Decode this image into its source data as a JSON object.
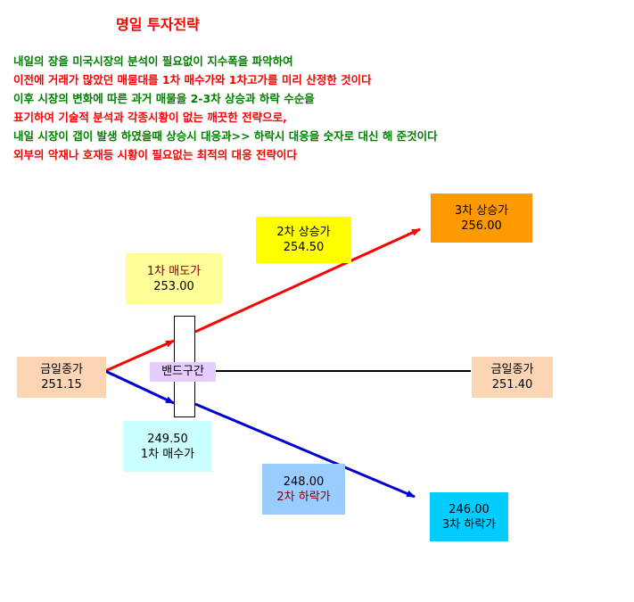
{
  "title": "명일 투자전략",
  "description": [
    {
      "text": "내일의 장을 미국시장의 분석이 필요없이 지수폭을 파악하여",
      "color": "green"
    },
    {
      "text": "이전에 거래가 많았던 매물대를 1차 매수가와 1차고가를 미리 산정한 것이다",
      "color": "red"
    },
    {
      "text": "이후 시장의 변화에 따른 과거 매물을 2-3차 상승과 하락 수순을",
      "color": "green"
    },
    {
      "text": "표기하여 기술적  분석과 각종시황이 없는 깨끗한 전략으로,",
      "color": "red"
    },
    {
      "text": "내일 시장이 갭이 발생 하였을때 상승시 대응과>> 하락시 대응을 숫자로 대신 해 준것이다",
      "color": "green"
    },
    {
      "text": "외부의 악재나 호재등  시황이 필요없는 최적의 대응 전략이다",
      "color": "red"
    }
  ],
  "diagram": {
    "close_today": {
      "label": "금일종가",
      "value": "251.15",
      "color": "#fcd5b4"
    },
    "close_end": {
      "label": "금일종가",
      "value": "251.40",
      "color": "#fcd5b4"
    },
    "sell1": {
      "label": "1차 매도가",
      "value": "253.00",
      "color": "#ffff99"
    },
    "rise2": {
      "label": "2차 상승가",
      "value": "254.50",
      "color": "#ffff00"
    },
    "rise3": {
      "label": "3차 상승가",
      "value": "256.00",
      "color": "#ff9900"
    },
    "buy1": {
      "label": "1차 매수가",
      "value": "249.50",
      "color": "#ccffff"
    },
    "fall2": {
      "label": "2차 하락가",
      "value": "248.00",
      "color": "#99ccff"
    },
    "fall3": {
      "label": "3차 하락가",
      "value": "246.00",
      "color": "#00ccff"
    },
    "band": {
      "label": "밴드구간",
      "color": "#e6ccff"
    },
    "arrow_colors": {
      "up": "#ff0000",
      "down": "#0000cc",
      "flat": "#000000"
    }
  }
}
